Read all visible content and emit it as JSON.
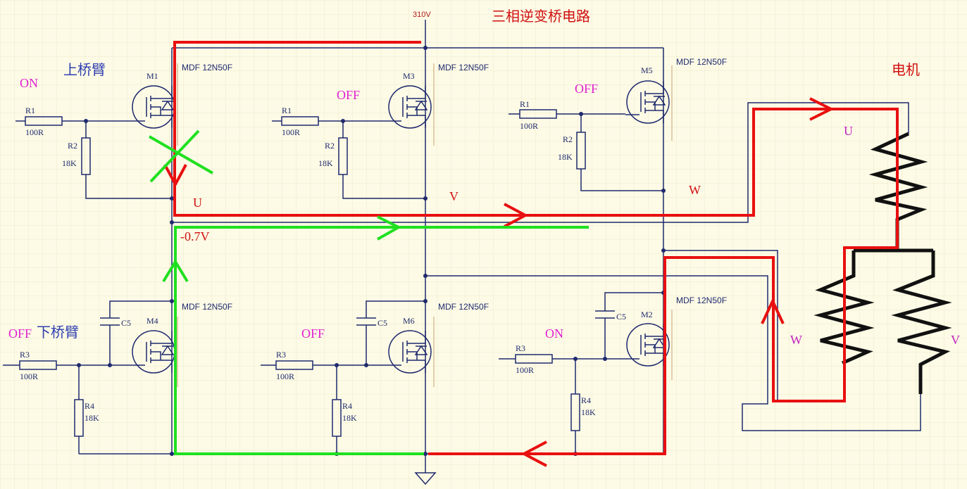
{
  "title": "三相逆变桥电路",
  "supply_label": "310V",
  "upper_bridge_label": "上桥臂",
  "lower_bridge_label": "下桥臂",
  "motor_label": "电机",
  "mosfet_part": "MDF 12N50F",
  "voltage_drop_label": "-0.7V",
  "phases": {
    "u": "U",
    "v": "V",
    "w": "W"
  },
  "colors": {
    "conduction_path": "#e81010",
    "freewheel_path": "#20e020",
    "wire": "#1f2a6e",
    "state_text": "#e020d0"
  },
  "legs": [
    {
      "leg_id": "U",
      "upper": {
        "ref": "M1",
        "state": "ON",
        "r_gate": "R1",
        "r_gate_value": "100R",
        "r_pull": "R2",
        "r_pull_value": "18K"
      },
      "lower": {
        "ref": "M4",
        "state": "OFF",
        "r_gate": "R3",
        "r_gate_value": "100R",
        "r_pull": "R4",
        "r_pull_value": "18K",
        "cap": "C5"
      }
    },
    {
      "leg_id": "V",
      "upper": {
        "ref": "M3",
        "state": "OFF",
        "r_gate": "R1",
        "r_gate_value": "100R",
        "r_pull": "R2",
        "r_pull_value": "18K"
      },
      "lower": {
        "ref": "M6",
        "state": "OFF",
        "r_gate": "R3",
        "r_gate_value": "100R",
        "r_pull": "R4",
        "r_pull_value": "18K",
        "cap": "C5"
      }
    },
    {
      "leg_id": "W",
      "upper": {
        "ref": "M5",
        "state": "OFF",
        "r_gate": "R1",
        "r_gate_value": "100R",
        "r_pull": "R2",
        "r_pull_value": "18K"
      },
      "lower": {
        "ref": "M2",
        "state": "ON",
        "r_gate": "R3",
        "r_gate_value": "100R",
        "r_pull": "R4",
        "r_pull_value": "18K",
        "cap": "C5"
      }
    }
  ]
}
